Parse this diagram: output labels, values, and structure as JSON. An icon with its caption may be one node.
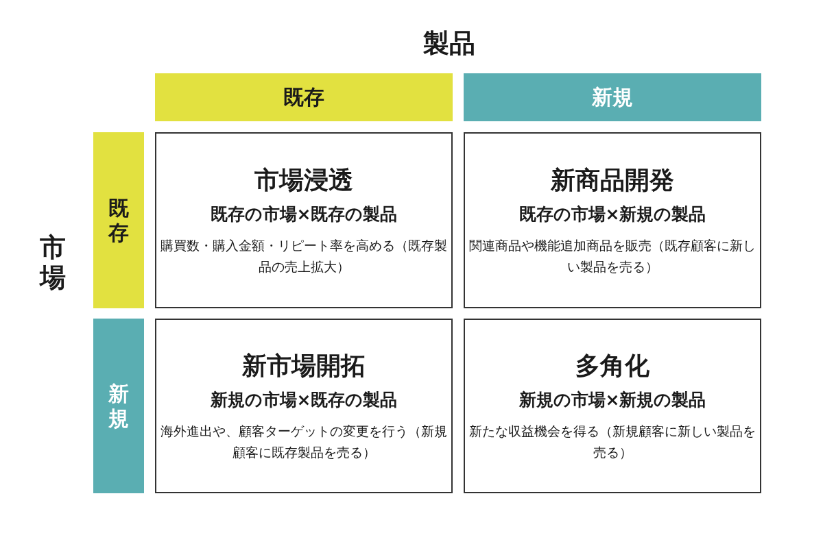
{
  "diagram": {
    "nodes": [
      {
        "text": [
          "既存"
        ]
      },
      {
        "text": [
          "新規"
        ]
      },
      {
        "text": [
          "既存"
        ]
      },
      {
        "text": [
          "新規"
        ]
      },
      {
        "text": [
          "市場浸透",
          "既存の市場×既存の製品",
          "購買数・購入金額・リピート率を高める（既存製品の売上拡大）"
        ]
      },
      {
        "text": [
          "新商品開発",
          "既存の市場×新規の製品",
          "関連商品や機能追加商品を販売（既存顧客に新しい製品を売る）"
        ]
      },
      {
        "text": [
          "新市場開拓",
          "新規の市場×既存の製品",
          "海外進出や、顧客ターゲットの変更を行う（新規顧客に既存製品を売る）"
        ]
      },
      {
        "text": [
          "多角化",
          "新規の市場×新規の製品",
          "新たな収益機会を得る（新規顧客に新しい製品を売る）"
        ]
      }
    ],
    "labels": [
      "製品",
      "市場"
    ]
  }
}
